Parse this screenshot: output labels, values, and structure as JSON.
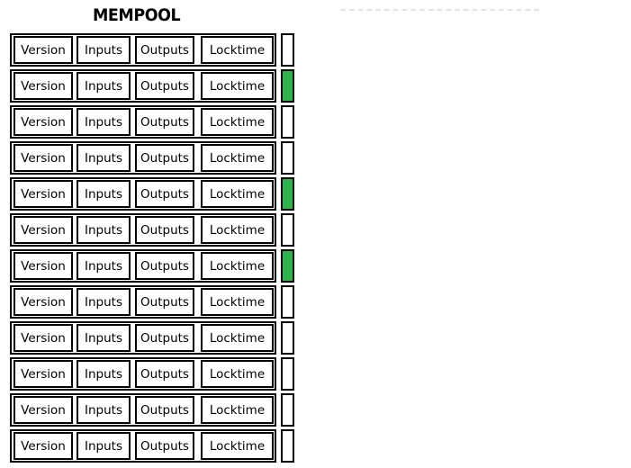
{
  "title": "MEMPOOL",
  "fields": [
    "Version",
    "Inputs",
    "Outputs",
    "Locktime"
  ],
  "colors": {
    "highlight_green": "#2eb14e",
    "box_border": "#000000",
    "dashed_line": "#e3e3e3"
  },
  "transactions": [
    {
      "highlighted": false
    },
    {
      "highlighted": true
    },
    {
      "highlighted": false
    },
    {
      "highlighted": false
    },
    {
      "highlighted": true
    },
    {
      "highlighted": false
    },
    {
      "highlighted": true
    },
    {
      "highlighted": false
    },
    {
      "highlighted": false
    },
    {
      "highlighted": false
    },
    {
      "highlighted": false
    },
    {
      "highlighted": false
    }
  ]
}
